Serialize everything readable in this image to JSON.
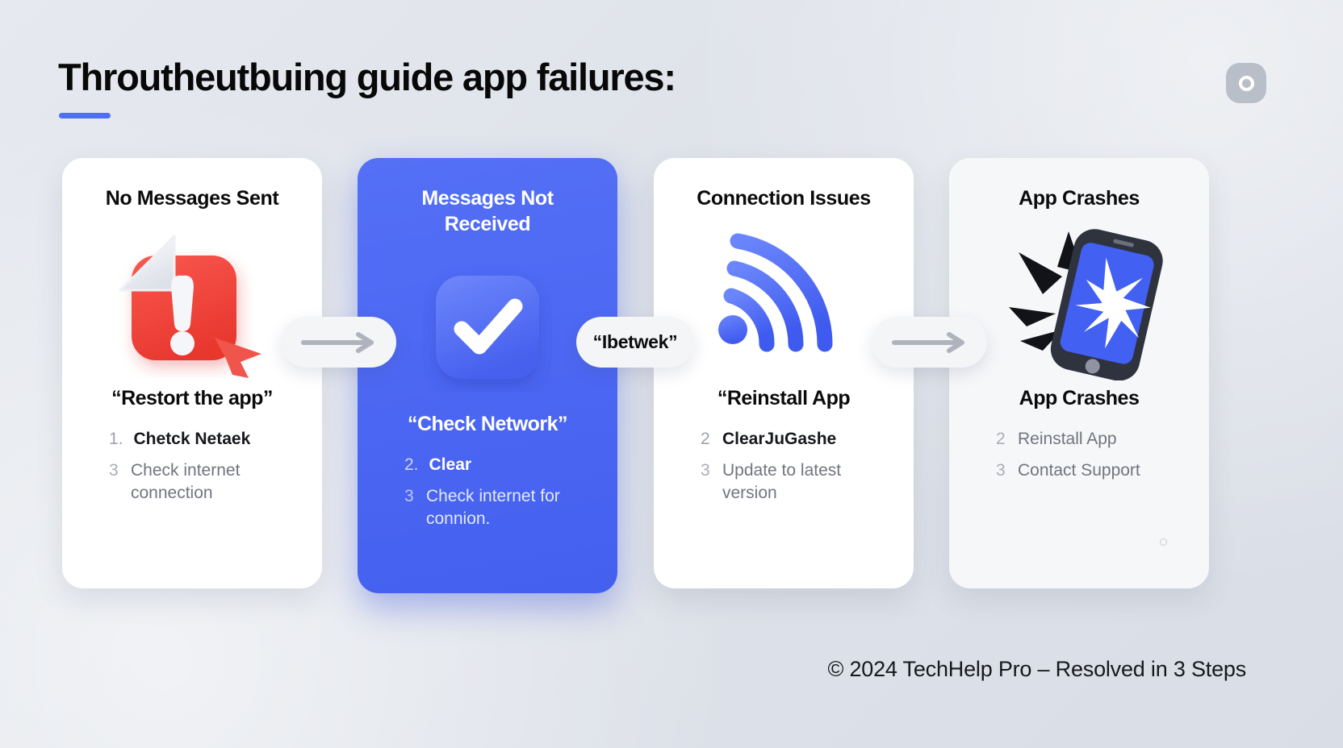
{
  "header": {
    "title": "Throutheutbuing guide app failures:",
    "badge_icon": "circle-ring-icon"
  },
  "cards": [
    {
      "title": "No Messages Sent",
      "icon": "alert-exclamation-icon",
      "heading": "“Restort the app”",
      "steps": [
        {
          "num": "1.",
          "text": "Chetck Netaek",
          "emphasis": true
        },
        {
          "num": "3",
          "text": "Check internet connection",
          "emphasis": false
        }
      ]
    },
    {
      "title": "Messages Not Received",
      "icon": "checkmark-icon",
      "heading": "“Check Network”",
      "steps": [
        {
          "num": "2.",
          "text": "Clear",
          "emphasis": true
        },
        {
          "num": "3",
          "text": "Check internet for connion.",
          "emphasis": false
        }
      ]
    },
    {
      "title": "Connection Issues",
      "icon": "wifi-signal-icon",
      "heading": "“Reinstall App",
      "steps": [
        {
          "num": "2",
          "text": "ClearJuGashe",
          "emphasis": true
        },
        {
          "num": "3",
          "text": "Update to latest version",
          "emphasis": false
        }
      ]
    },
    {
      "title": "App Crashes",
      "icon": "cracked-phone-icon",
      "heading": "App Crashes",
      "steps": [
        {
          "num": "2",
          "text": "Reinstall App",
          "emphasis": false
        },
        {
          "num": "3",
          "text": "Contact Support",
          "emphasis": false
        }
      ]
    }
  ],
  "connectors": [
    {
      "type": "arrow",
      "label": ""
    },
    {
      "type": "label",
      "label": "“Ibetwek”"
    },
    {
      "type": "arrow",
      "label": ""
    }
  ],
  "footer": {
    "text": "© 2024 TechHelp Pro – Resolved in 3 Steps"
  },
  "colors": {
    "accent_blue": "#4f6ef7",
    "card_blue": "#4b66f2",
    "alert_red": "#f04a4a",
    "muted_text": "#71757e",
    "background": "#e0e4eb"
  }
}
